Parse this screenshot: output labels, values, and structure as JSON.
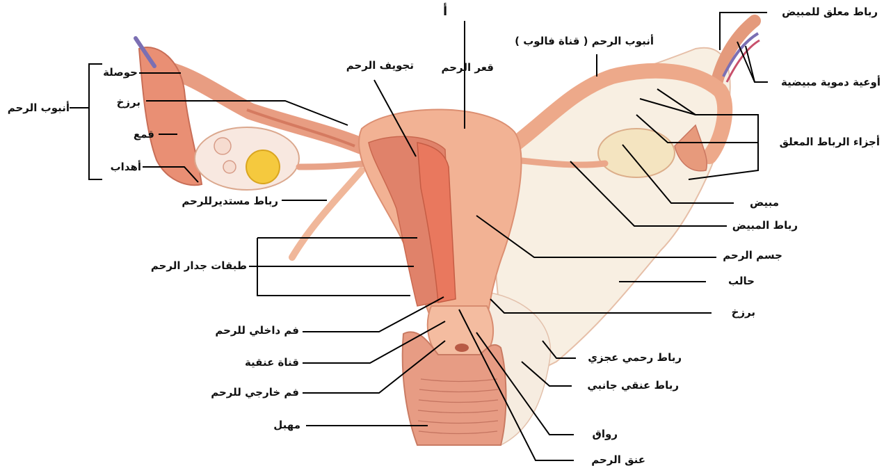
{
  "figure_letter": "أ",
  "labels": {
    "top_tube_right": "رباط معلق للمبيض",
    "fallopian_tube": "أنبوب الرحم ( قناة فالوب )",
    "fundus": "قعر الرحم",
    "cavity": "تجويف الرحم",
    "ampulla": "حوصلة",
    "isthmus_left": "برزخ",
    "uterine_tube_bracket": "أنبوب الرحم",
    "infundibulum": "قمع",
    "fimbriae": "أهداب",
    "round_ligament": "رباط مستديرللرحم",
    "ovarian_vessels": "أوعية دموية مبيضية",
    "broad_ligament_parts": "أجزاء الرباط المعلق",
    "ovary": "مبيض",
    "ovarian_ligament": "رباط المبيض",
    "body": "جسم الرحم",
    "ureter": "حالب",
    "isthmus_right": "برزخ",
    "wall_layers": "طبقات جدار الرحم",
    "internal_os": "فم داخلي للرحم",
    "cervical_canal": "قناة عنقية",
    "external_os": "فم خارجي للرحم",
    "vagina": "مهبل",
    "uterosacral": "رباط رحمي عجزي",
    "cardinal": "رباط عنقي جانبي",
    "fornix": "رواق",
    "cervix": "عنق الرحم"
  },
  "colors": {
    "uterus": "#f2b294",
    "muscle": "#e08a6e",
    "cavity": "#e9785e",
    "ligament": "#f8efe2",
    "ovary": "#f7e6c4",
    "follicle": "#f5c93e",
    "vessel_blue": "#7b6fb3",
    "line": "#000000"
  }
}
